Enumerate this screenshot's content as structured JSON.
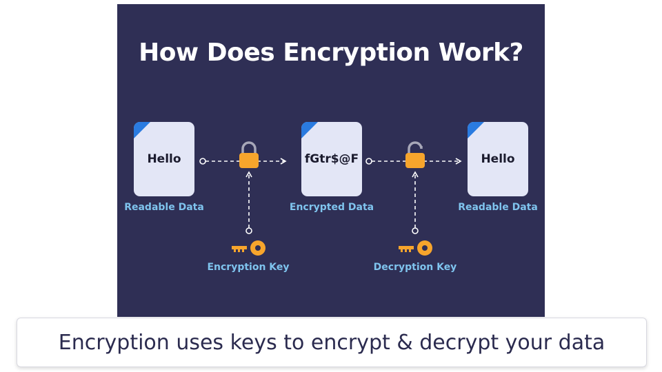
{
  "title": "How Does Encryption Work?",
  "nodes": [
    {
      "doc_text": "Hello",
      "label": "Readable Data"
    },
    {
      "doc_text": "fGtr$@F",
      "label": "Encrypted Data"
    },
    {
      "doc_text": "Hello",
      "label": "Readable Data"
    }
  ],
  "keys": [
    {
      "label": "Encryption Key",
      "lock_state": "locked"
    },
    {
      "label": "Decryption Key",
      "lock_state": "unlocked"
    }
  ],
  "colors": {
    "panel_bg": "#2f2f55",
    "document": "#e3e6f6",
    "document_fold": "#2a7be0",
    "lock_and_key": "#f7a52c",
    "label": "#7fc4ee",
    "connector": "#ffffff"
  },
  "caption": "Encryption uses keys to encrypt & decrypt your data"
}
